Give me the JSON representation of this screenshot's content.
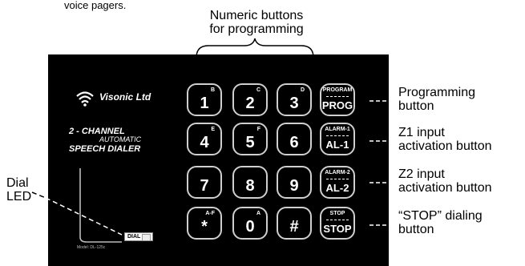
{
  "top_fragment": "voice pagers.",
  "callouts": {
    "numeric": [
      "Numeric buttons",
      "for programming"
    ],
    "programming": [
      "Programming",
      "button"
    ],
    "z1": [
      "Z1 input",
      "activation button"
    ],
    "z2": [
      "Z2 input",
      "activation button"
    ],
    "stop": [
      "“STOP” dialing",
      "button"
    ],
    "dial_led": [
      "Dial",
      "LED"
    ]
  },
  "panel": {
    "brand": "Visonic Ltd",
    "dialer_lines": [
      "2 - CHANNEL",
      "AUTOMATIC",
      "SPEECH DIALER"
    ],
    "dial_label": "DIAL",
    "model": "Model: DL-125c",
    "wifi_icon": "wireless-signal-icon"
  },
  "keys": [
    {
      "main": "1",
      "sup": "B"
    },
    {
      "main": "2",
      "sup": "C"
    },
    {
      "main": "3",
      "sup": "D"
    },
    {
      "top": "PROGRAM",
      "bottom": "PROG"
    },
    {
      "main": "4",
      "sup": "E"
    },
    {
      "main": "5",
      "sup": "F"
    },
    {
      "main": "6",
      "sup": ""
    },
    {
      "top": "ALARM-1",
      "bottom": "AL-1"
    },
    {
      "main": "7",
      "sup": ""
    },
    {
      "main": "8",
      "sup": ""
    },
    {
      "main": "9",
      "sup": ""
    },
    {
      "top": "ALARM-2",
      "bottom": "AL-2"
    },
    {
      "main": "*",
      "sup": "A-F"
    },
    {
      "main": "0",
      "sup": "A"
    },
    {
      "main": "#",
      "sup": ""
    },
    {
      "top": "STOP",
      "bottom": "STOP"
    }
  ]
}
